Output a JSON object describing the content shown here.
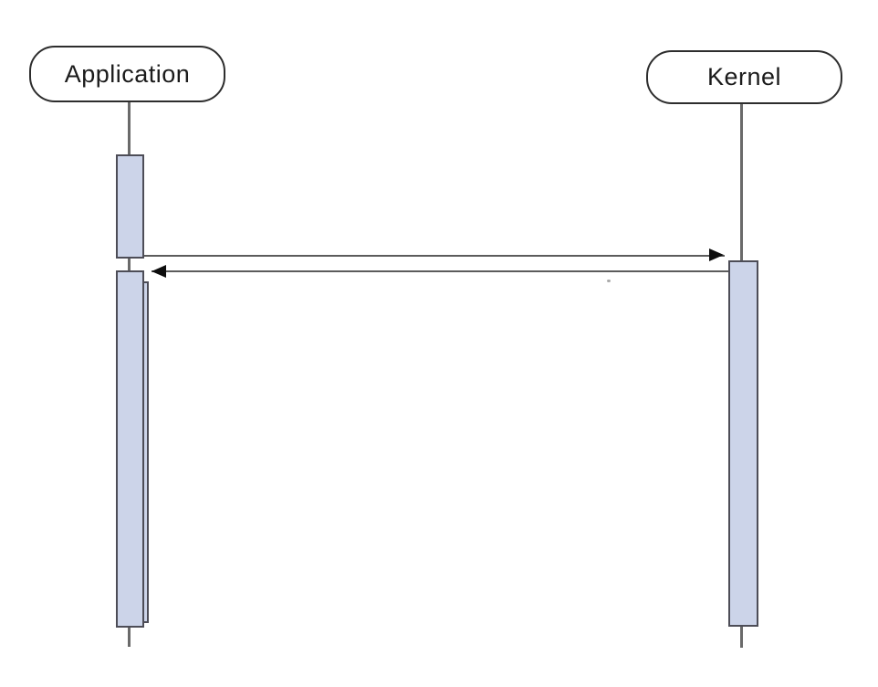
{
  "diagram": {
    "type": "uml-sequence-diagram",
    "colors": {
      "background": "#ffffff",
      "box-fill": "#ffffff",
      "box-border": "#2d2d2d",
      "label-text": "#1b1b1b",
      "lifeline": "#6a6a6a",
      "activation-fill": "#ccd4e9",
      "activation-border": "#4d4d57",
      "message-line": "#5c5c5c",
      "arrowhead": "#0d0d0d"
    },
    "lifelines": [
      {
        "label": "Application",
        "activations": 2
      },
      {
        "label": "Kernel",
        "activations": 1
      }
    ],
    "messages": [
      {
        "from": "Application",
        "to": "Kernel",
        "direction": "right",
        "line_style": "solid"
      },
      {
        "from": "Kernel",
        "to": "Application",
        "direction": "left",
        "line_style": "solid"
      }
    ]
  }
}
